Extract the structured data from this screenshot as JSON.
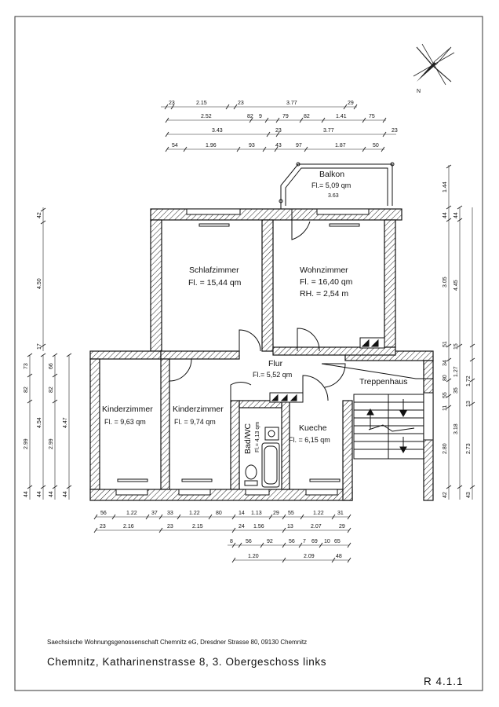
{
  "rooms": {
    "balkon": {
      "name": "Balkon",
      "area": "Fl.= 5,09 qm",
      "width": "3.63"
    },
    "schlafzimmer": {
      "name": "Schlafzimmer",
      "area": "Fl. = 15,44 qm"
    },
    "wohnzimmer": {
      "name": "Wohnzimmer",
      "area": "Fl. = 16,40 qm",
      "height": "RH. = 2,54 m"
    },
    "flur": {
      "name": "Flur",
      "area": "Fl.= 5,52 qm"
    },
    "treppenhaus": {
      "name": "Treppenhaus"
    },
    "kinderzimmer1": {
      "name": "Kinderzimmer",
      "area": "Fl. = 9,63 qm"
    },
    "kinderzimmer2": {
      "name": "Kinderzimmer",
      "area": "Fl. = 9,74 qm"
    },
    "bad": {
      "name": "Bad/WC",
      "area": "Fl.= 4,13 qm"
    },
    "kueche": {
      "name": "Kueche",
      "area": "Fl. = 6,15 qm"
    }
  },
  "compass": {
    "north_label": "N"
  },
  "dims": {
    "top_r1": [
      "23",
      "2.15",
      "23",
      "3.77",
      "29"
    ],
    "top_r2": [
      "2.52",
      "82",
      "9",
      "79",
      "82",
      "1.41",
      "75"
    ],
    "top_r3": [
      "3.43",
      "23",
      "3.77",
      "23"
    ],
    "top_r4": [
      "54",
      "1.96",
      "93",
      "43",
      "97",
      "1.87",
      "50"
    ],
    "bot_r1": [
      "56",
      "1.22",
      "37",
      "33",
      "1.22",
      "80",
      "14",
      "1.13",
      "29",
      "55",
      "1.22",
      "31"
    ],
    "bot_r2": [
      "23",
      "2.16",
      "23",
      "2.15",
      "24",
      "1.56",
      "13",
      "2.07",
      "29"
    ],
    "bot_r3": [
      "8",
      "56",
      "92",
      "56",
      "7",
      "69",
      "10",
      "65"
    ],
    "bot_r4": [
      "1.20",
      "2.09",
      "48"
    ],
    "left_outer": [
      "42",
      "4.50",
      "17"
    ],
    "left_inner_a": [
      "73",
      "82",
      "2.99",
      "44"
    ],
    "left_inner_b": [
      "4.54",
      "44"
    ],
    "left_inner_c": [
      "66",
      "82",
      "2.99",
      "44"
    ],
    "left_inner_d": [
      "4.47",
      "44"
    ],
    "right_a": [
      "1.44",
      "44",
      "3.05",
      "51",
      "34",
      "80",
      "55",
      "11",
      "2.80",
      "42"
    ],
    "right_b": [
      "44",
      "4.45",
      "15",
      "1.27",
      "35",
      "1.72",
      "13",
      "3.18",
      "2.73",
      "43"
    ]
  },
  "footer": {
    "company": "Saechsische Wohnungsgenossenschaft Chemnitz eG, Dresdner Strasse 80,  09130 Chemnitz",
    "address": "Chemnitz, Katharinenstrasse 8,   3. Obergeschoss links",
    "ref": "R  4.1.1"
  }
}
